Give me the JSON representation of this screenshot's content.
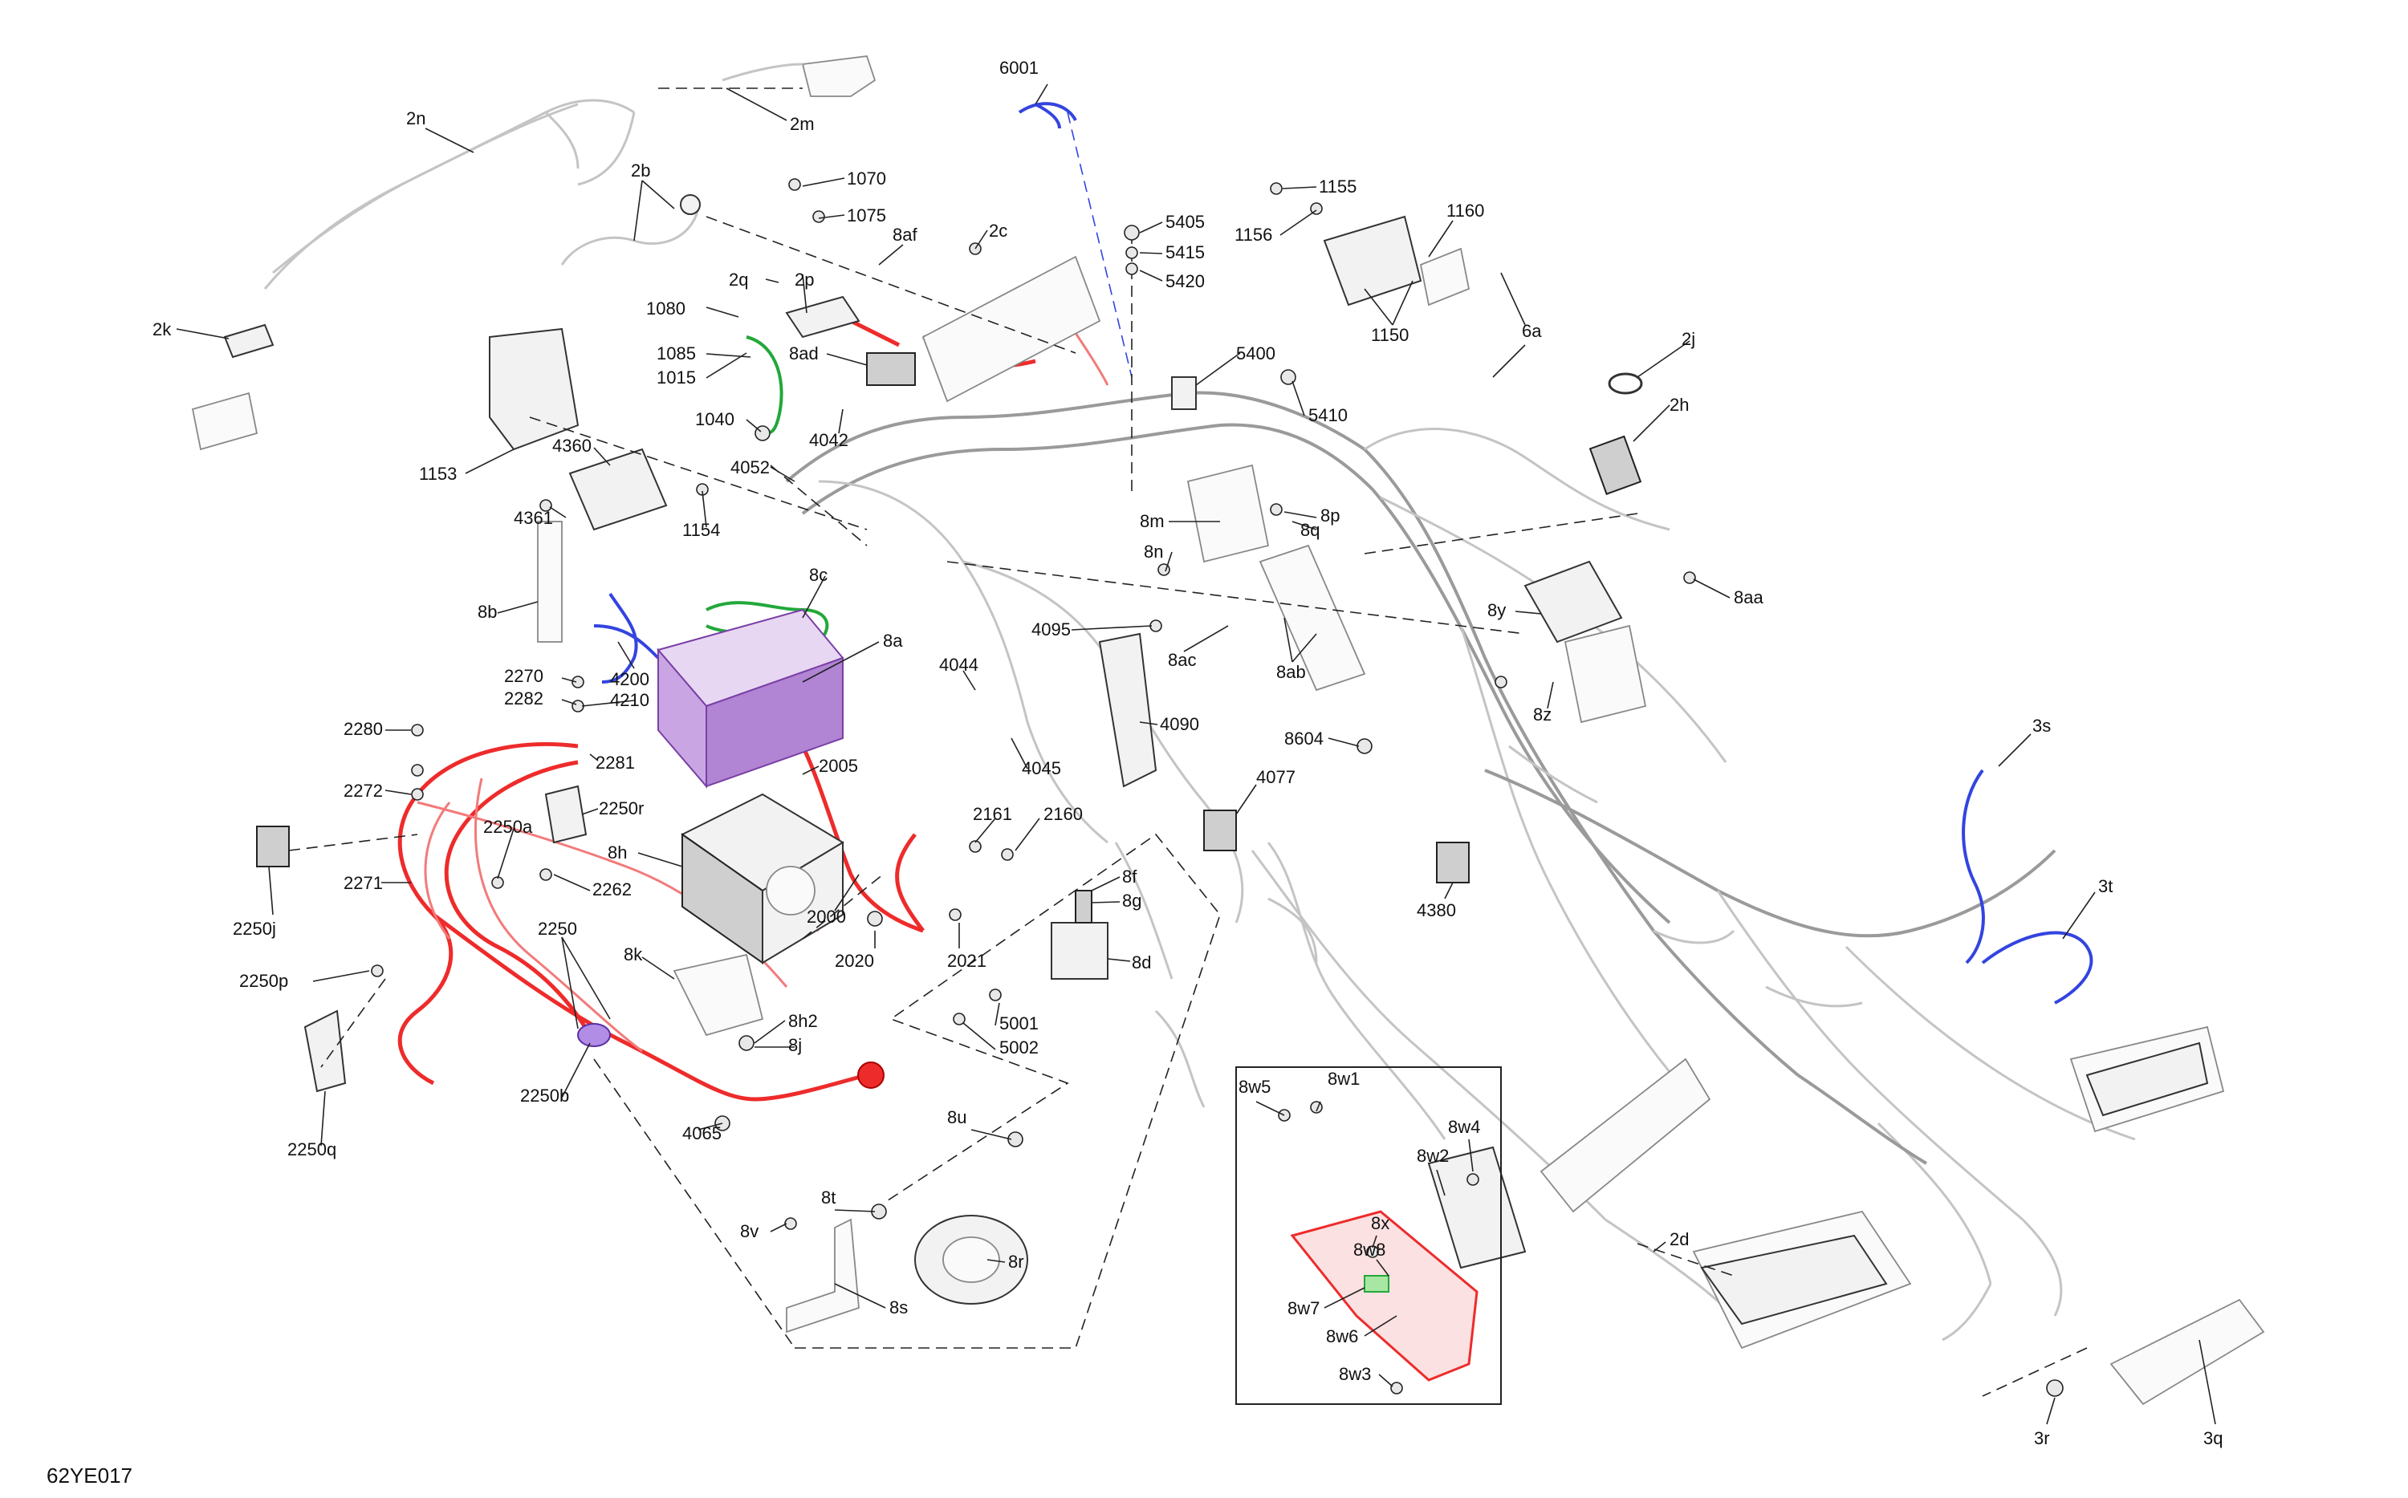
{
  "diagram": {
    "code": "62YE017",
    "labels": {
      "l_6001": "6001",
      "l_2n": "2n",
      "l_2m": "2m",
      "l_2b": "2b",
      "l_1070": "1070",
      "l_1075": "1075",
      "l_2c": "2c",
      "l_8af": "8af",
      "l_5405": "5405",
      "l_5415": "5415",
      "l_5420": "5420",
      "l_1155": "1155",
      "l_1156": "1156",
      "l_1160": "1160",
      "l_1150": "1150",
      "l_6a": "6a",
      "l_2k": "2k",
      "l_2q": "2q",
      "l_2p": "2p",
      "l_1080": "1080",
      "l_1085": "1085",
      "l_1015": "1015",
      "l_8ad": "8ad",
      "l_5400": "5400",
      "l_5410": "5410",
      "l_2j": "2j",
      "l_2h": "2h",
      "l_1040": "1040",
      "l_4042": "4042",
      "l_1153": "1153",
      "l_4360": "4360",
      "l_4052": "4052",
      "l_4361": "4361",
      "l_1154": "1154",
      "l_8m": "8m",
      "l_8p": "8p",
      "l_8q": "8q",
      "l_8n": "8n",
      "l_8c": "8c",
      "l_8aa": "8aa",
      "l_8y": "8y",
      "l_8b": "8b",
      "l_8a": "8a",
      "l_4095": "4095",
      "l_8ac": "8ac",
      "l_8ab": "8ab",
      "l_4200": "4200",
      "l_2270": "2270",
      "l_2282": "2282",
      "l_4210": "4210",
      "l_4044": "4044",
      "l_4090": "4090",
      "l_8z": "8z",
      "l_2280": "2280",
      "l_4045": "4045",
      "l_8604": "8604",
      "l_2281": "2281",
      "l_2005": "2005",
      "l_3s": "3s",
      "l_2272": "2272",
      "l_2250r": "2250r",
      "l_4077": "4077",
      "l_2250a": "2250a",
      "l_2161": "2161",
      "l_2160": "2160",
      "l_8h": "8h",
      "l_2271": "2271",
      "l_2262": "2262",
      "l_8f": "8f",
      "l_8g": "8g",
      "l_4380": "4380",
      "l_3t": "3t",
      "l_2250j": "2250j",
      "l_2000": "2000",
      "l_2250": "2250",
      "l_2020": "2020",
      "l_2021": "2021",
      "l_8k": "8k",
      "l_8d": "8d",
      "l_2250p": "2250p",
      "l_8h2": "8h2",
      "l_5001": "5001",
      "l_8j": "8j",
      "l_5002": "5002",
      "l_2250b": "2250b",
      "l_8w5": "8w5",
      "l_8w1": "8w1",
      "l_2250q": "2250q",
      "l_4065": "4065",
      "l_8u": "8u",
      "l_8w4": "8w4",
      "l_8w2": "8w2",
      "l_8t": "8t",
      "l_8x": "8x",
      "l_8w8": "8w8",
      "l_2d": "2d",
      "l_8v": "8v",
      "l_8r": "8r",
      "l_8w7": "8w7",
      "l_8w6": "8w6",
      "l_8s": "8s",
      "l_8w3": "8w3",
      "l_3r": "3r",
      "l_3q": "3q"
    }
  }
}
